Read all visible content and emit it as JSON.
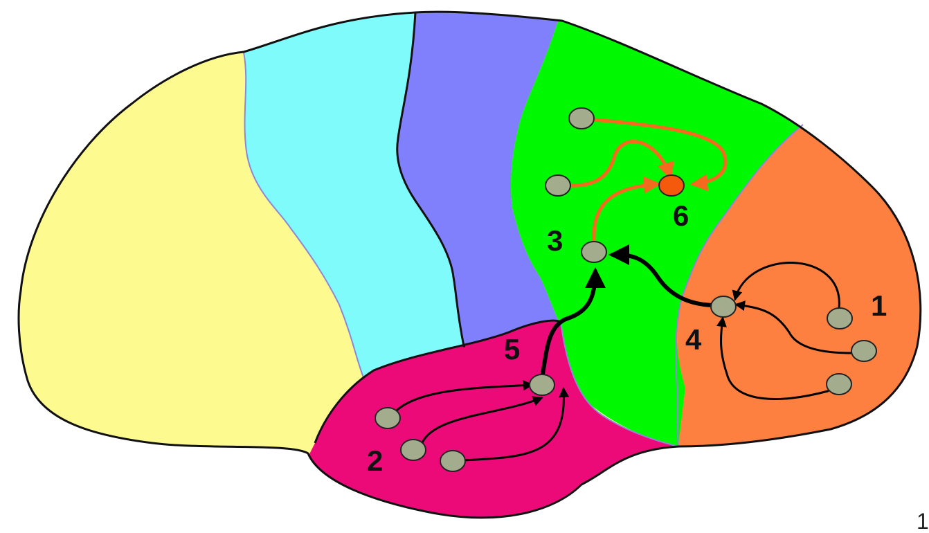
{
  "labels": {
    "n1": "1",
    "n2": "2",
    "n3": "3",
    "n4": "4",
    "n5": "5",
    "n6": "6"
  },
  "page_number": "1",
  "colors": {
    "frontal_region": "#fdfb8f",
    "premotor_region": "#80fbfb",
    "motor_region": "#8080fc",
    "parietal_region": "#00f800",
    "occipital_region": "#fd8040",
    "temporal_region": "#ec0a79",
    "node_fill": "#a3ad8d",
    "target_node_fill": "#f55a0c",
    "black_arrow": "#000000",
    "orange_arrow": "#f56a1e"
  }
}
